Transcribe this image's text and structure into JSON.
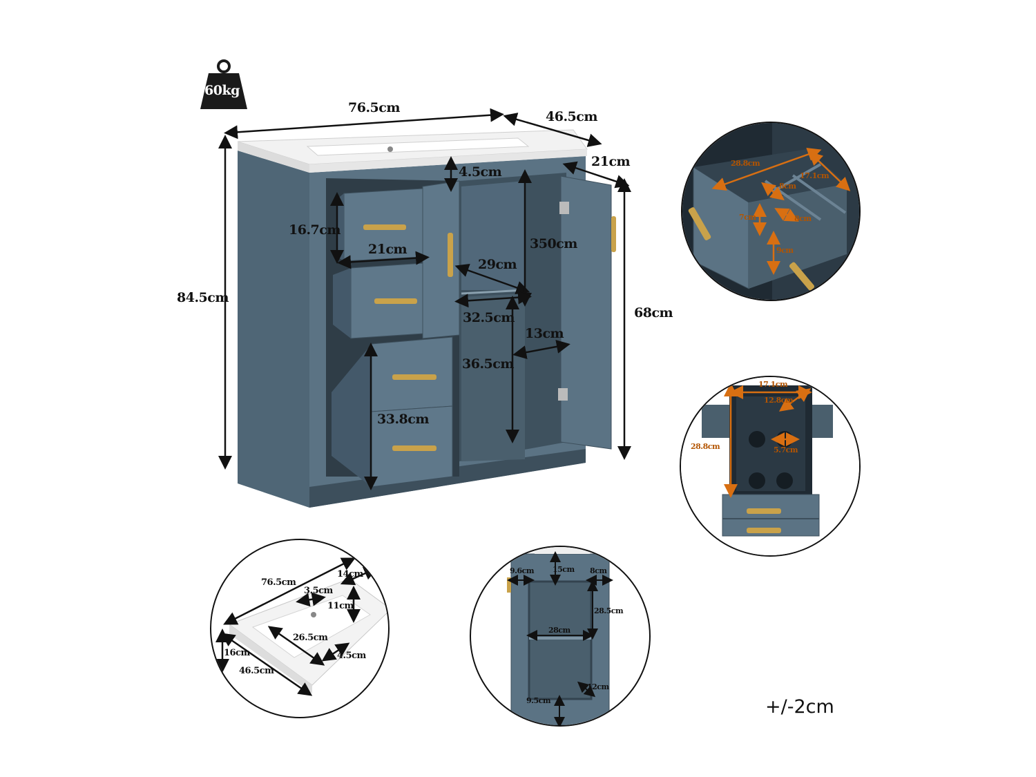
{
  "weight": {
    "label": "60kg",
    "icon": "weight-icon"
  },
  "main": {
    "width": "76.5cm",
    "depth": "46.5cm",
    "height": "84.5cm",
    "top_thickness": "4.5cm",
    "door_depth": "21cm",
    "door_height": "68cm",
    "drawer_height": "16.7cm",
    "drawer_width": "21cm",
    "shelf_depth": "29cm",
    "inner_height_upper": "350cm",
    "shelf_width": "32.5cm",
    "inner_height_lower": "36.5cm",
    "side_width": "13cm",
    "lower_drawer_height": "33.8cm"
  },
  "drawer_detail": {
    "width": "28.8cm",
    "depth": "17.1cm",
    "compartment_w": "8cm",
    "compartment_h": "7cm",
    "compartment_d": "8cm",
    "height": "9cm"
  },
  "deep_drawer_detail": {
    "width": "17.1cm",
    "inner_width": "12.8cm",
    "depth": "28.8cm",
    "hole": "5.7cm"
  },
  "basin_detail": {
    "width": "76.5cm",
    "side": "14cm",
    "drain_offset": "3.5cm",
    "bowl_depth": "11cm",
    "bowl_width": "26.5cm",
    "rim": "4.5cm",
    "thickness": "16cm",
    "depth": "46.5cm"
  },
  "side_detail": {
    "left": "9.6cm",
    "top": "15cm",
    "right": "8cm",
    "inner_height": "28.5cm",
    "shelf": "28cm",
    "bottom_right": "12cm",
    "bottom": "9.5cm"
  },
  "tolerance": "+/-2cm",
  "colors": {
    "cabinet": "#5b7384",
    "cabinet_dark": "#3d4f5c",
    "handle": "#c9a24a",
    "arrow_orange": "#d86f12"
  }
}
